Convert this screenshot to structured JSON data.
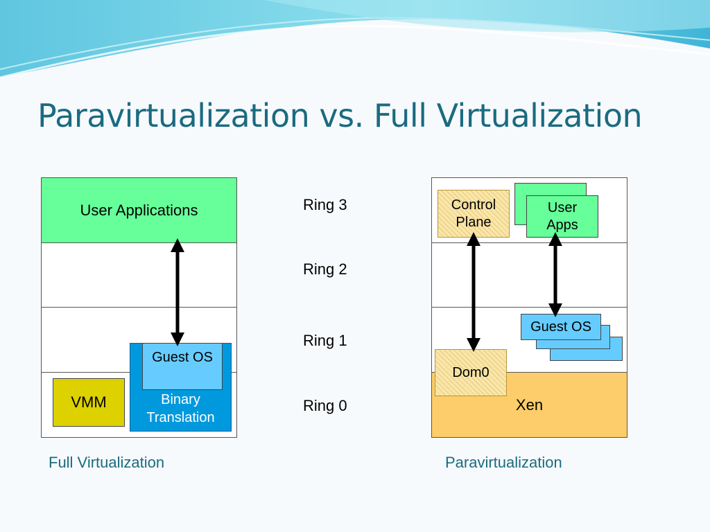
{
  "slide": {
    "title": "Paravirtualization vs. Full Virtualization"
  },
  "rings": [
    {
      "label": "Ring 3"
    },
    {
      "label": "Ring 2"
    },
    {
      "label": "Ring 1"
    },
    {
      "label": "Ring 0"
    }
  ],
  "full_virtualization": {
    "caption": "Full Virtualization",
    "user_applications": "User Applications",
    "guest_os": "Guest OS",
    "binary_translation_line1": "Binary",
    "binary_translation_line2": "Translation",
    "vmm": "VMM"
  },
  "paravirtualization": {
    "caption": "Paravirtualization",
    "control_plane_line1": "Control",
    "control_plane_line2": "Plane",
    "user_apps_line1": "User",
    "user_apps_line2": "Apps",
    "guest_os": "Guest OS",
    "dom0": "Dom0",
    "xen": "Xen"
  },
  "colors": {
    "title": "#1a6b80",
    "user_applications": "#66ff99",
    "binary_translation": "#0099dd",
    "guest_os": "#66ccff",
    "vmm": "#ddd100",
    "xen": "#fccd6a",
    "control_plane": "#fae6a8"
  }
}
